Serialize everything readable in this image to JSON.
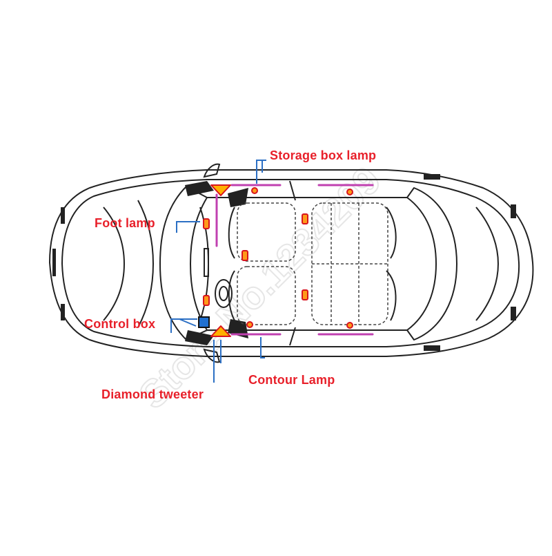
{
  "labels": {
    "storage_box_lamp": "Storage box lamp",
    "foot_lamp": "Foot lamp",
    "control_box": "Control box",
    "contour_lamp": "Contour Lamp",
    "diamond_tweeter": "Diamond tweeter"
  },
  "watermark": {
    "text": "Store No.1234209"
  },
  "colors": {
    "label": "#e8202a",
    "leader": "#2b6fc4",
    "contour_strip": "#c040b0",
    "lamp_fill": "#ff9a1a",
    "lamp_stroke": "#d8141e",
    "tweeter_fill": "#ffb000",
    "control_box_fill": "#2070d0",
    "outline": "#222222",
    "watermark": "#e6e6e6"
  }
}
